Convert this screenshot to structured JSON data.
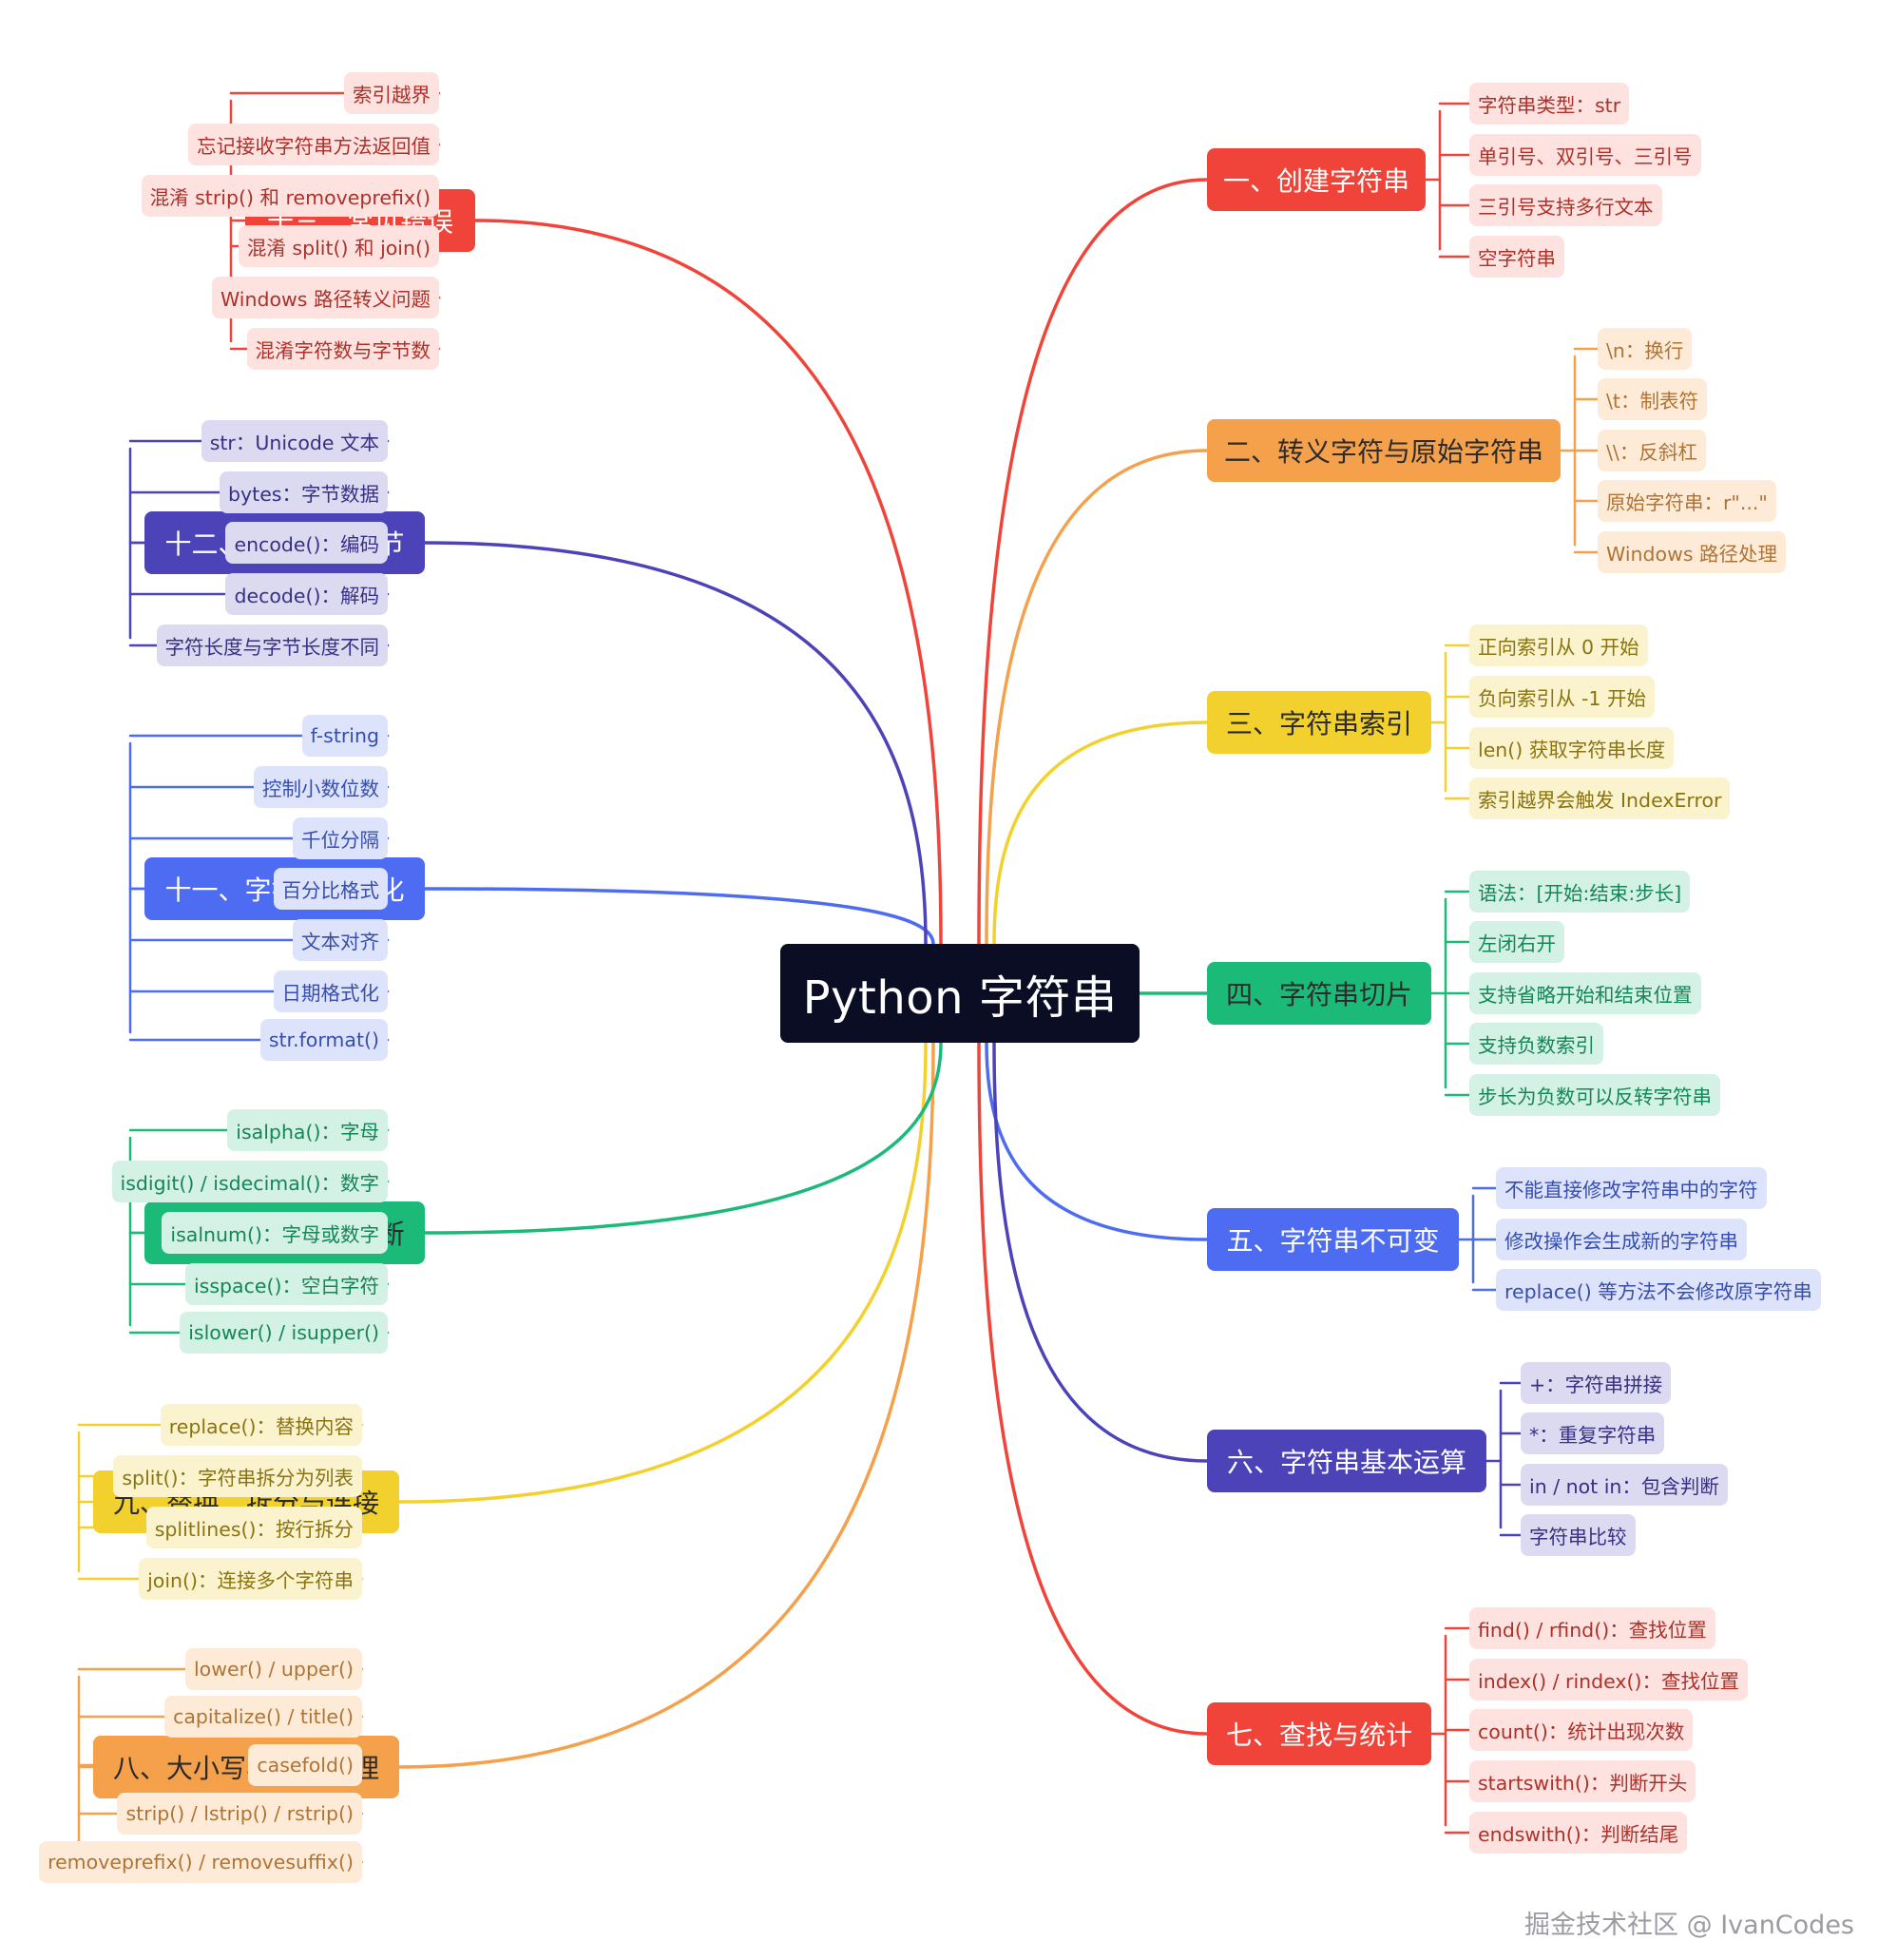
{
  "center": {
    "label": "Python 字符串"
  },
  "watermark": "掘金技术社区 @ IvanCodes",
  "branches": [
    {
      "label": "一、创建字符串",
      "color": "#f0443a",
      "leaf_bg": "#fde2df",
      "text": "#ffffff",
      "items": [
        "字符串类型：str",
        "单引号、双引号、三引号",
        "三引号支持多行文本",
        "空字符串"
      ]
    },
    {
      "label": "二、转义字符与原始字符串",
      "color": "#f5a04b",
      "leaf_bg": "#fdebd7",
      "text": "#2b2b2b",
      "items": [
        "\\n：换行",
        "\\t：制表符",
        "\\\\：反斜杠",
        "原始字符串：r\"...\"",
        "Windows 路径处理"
      ]
    },
    {
      "label": "三、字符串索引",
      "color": "#f2d12e",
      "leaf_bg": "#fbf3cd",
      "text": "#2b2b2b",
      "items": [
        "正向索引从 0 开始",
        "负向索引从 -1 开始",
        "len() 获取字符串长度",
        "索引越界会触发 IndexError"
      ]
    },
    {
      "label": "四、字符串切片",
      "color": "#1cba79",
      "leaf_bg": "#d3f1e4",
      "text": "#2b2b2b",
      "items": [
        "语法：[开始:结束:步长]",
        "左闭右开",
        "支持省略开始和结束位置",
        "支持负数索引",
        "步长为负数可以反转字符串"
      ]
    },
    {
      "label": "五、字符串不可变",
      "color": "#4d6cf2",
      "leaf_bg": "#dde3fb",
      "text": "#ffffff",
      "items": [
        "不能直接修改字符串中的字符",
        "修改操作会生成新的字符串",
        "replace() 等方法不会修改原字符串"
      ]
    },
    {
      "label": "六、字符串基本运算",
      "color": "#4c43b8",
      "leaf_bg": "#dcdaf1",
      "text": "#ffffff",
      "items": [
        "+：字符串拼接",
        "*：重复字符串",
        "in / not in：包含判断",
        "字符串比较"
      ]
    },
    {
      "label": "七、查找与统计",
      "color": "#f0443a",
      "leaf_bg": "#fde2df",
      "text": "#ffffff",
      "items": [
        "find() / rfind()：查找位置",
        "index() / rindex()：查找位置",
        "count()：统计出现次数",
        "startswith()：判断开头",
        "endswith()：判断结尾"
      ]
    },
    {
      "label": "八、大小写与空白处理",
      "color": "#f5a04b",
      "leaf_bg": "#fdebd7",
      "text": "#2b2b2b",
      "items": [
        "lower() / upper()",
        "capitalize() / title()",
        "casefold()",
        "strip() / lstrip() / rstrip()",
        "removeprefix() / removesuffix()"
      ]
    },
    {
      "label": "九、替换、拆分与连接",
      "color": "#f2d12e",
      "leaf_bg": "#fbf3cd",
      "text": "#2b2b2b",
      "items": [
        "replace()：替换内容",
        "split()：字符串拆分为列表",
        "splitlines()：按行拆分",
        "join()：连接多个字符串"
      ]
    },
    {
      "label": "十、字符串内容判断",
      "color": "#1cba79",
      "leaf_bg": "#d3f1e4",
      "text": "#2b2b2b",
      "items": [
        "isalpha()：字母",
        "isdigit() / isdecimal()：数字",
        "isalnum()：字母或数字",
        "isspace()：空白字符",
        "islower() / isupper()"
      ]
    },
    {
      "label": "十一、字符串格式化",
      "color": "#4d6cf2",
      "leaf_bg": "#dde3fb",
      "text": "#ffffff",
      "items": [
        "f-string",
        "控制小数位数",
        "千位分隔",
        "百分比格式",
        "文本对齐",
        "日期格式化",
        "str.format()"
      ]
    },
    {
      "label": "十二、字符串与字节",
      "color": "#4c43b8",
      "leaf_bg": "#dcdaf1",
      "text": "#ffffff",
      "items": [
        "str：Unicode 文本",
        "bytes：字节数据",
        "encode()：编码",
        "decode()：解码",
        "字符长度与字节长度不同"
      ]
    },
    {
      "label": "十三、常见错误",
      "color": "#f0443a",
      "leaf_bg": "#fde2df",
      "text": "#ffffff",
      "items": [
        "索引越界",
        "忘记接收字符串方法返回值",
        "混淆 strip() 和 removeprefix()",
        "混淆 split() 和 join()",
        "Windows 路径转义问题",
        "混淆字符数与字节数"
      ]
    }
  ]
}
